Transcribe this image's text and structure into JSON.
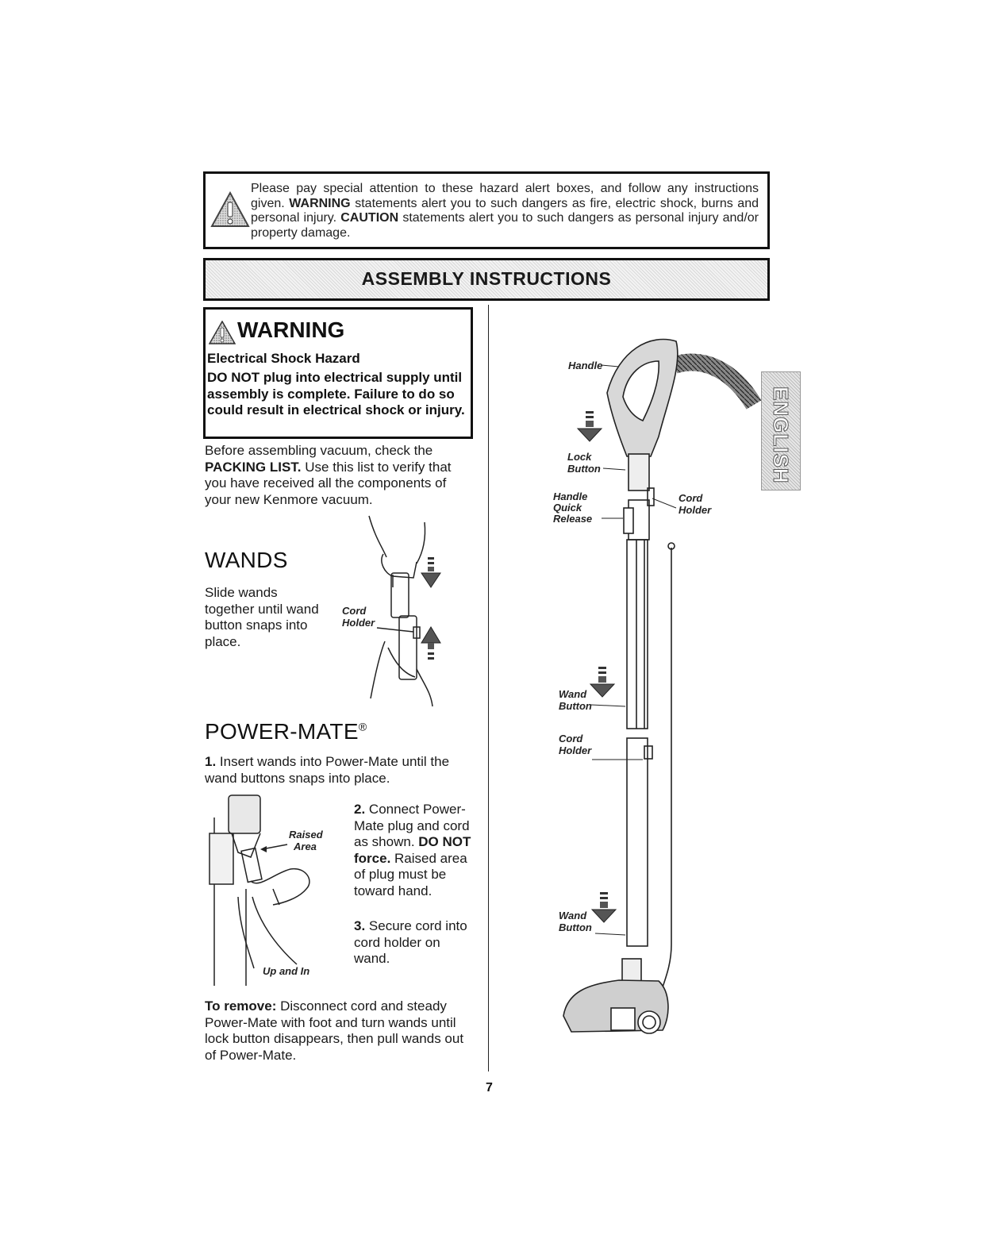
{
  "hazard_notice": {
    "p1": "Please pay special attention to these hazard alert boxes, and follow any instructions given.",
    "warning_word": "WARNING",
    "p2": "statements alert you to such dangers as fire, electric shock, burns and personal injury.",
    "caution_word": "CAUTION",
    "p3": "statements alert you to such dangers as personal injury and/or property damage."
  },
  "banner": {
    "title": "ASSEMBLY INSTRUCTIONS"
  },
  "warning": {
    "heading": "WARNING",
    "subheading": "Electrical Shock Hazard",
    "body": "DO NOT plug into electrical supply until assembly is complete. Failure to do so could result in electrical shock or injury."
  },
  "intro": {
    "text1": "Before assembling vacuum, check the",
    "packing": "PACKING LIST.",
    "text2": "Use this list to verify that you have received all the components of your new Kenmore vacuum."
  },
  "wands": {
    "heading": "WANDS",
    "text": "Slide wands together until wand button snaps into place.",
    "label_cord": "Cord",
    "label_holder": "Holder"
  },
  "powermate": {
    "heading": "POWER-MATE",
    "reg": "®",
    "step1_num": "1.",
    "step1_text": "Insert wands into Power-Mate until the wand buttons snaps into place.",
    "step2_num": "2.",
    "step2_text1": "Connect Power-Mate plug and cord as shown.",
    "step2_bold": "DO NOT force.",
    "step2_text2": "Raised area of plug must be toward hand.",
    "step3_num": "3.",
    "step3_text": "Secure cord into cord holder on wand.",
    "label_raised": "Raised",
    "label_area": "Area",
    "label_upin": "Up and In",
    "remove_bold": "To remove:",
    "remove_text": "Disconnect cord and steady Power-Mate with foot and turn wands until lock button disappears, then pull wands out of Power-Mate."
  },
  "diagram": {
    "handle": "Handle",
    "lock": "Lock",
    "button": "Button",
    "handle2": "Handle",
    "quick": "Quick",
    "release": "Release",
    "cord": "Cord",
    "holder": "Holder",
    "wand1": "Wand",
    "wand1_btn": "Button",
    "cord2": "Cord",
    "holder2": "Holder",
    "wand2": "Wand",
    "wand2_btn": "Button"
  },
  "tab": {
    "language": "ENGLISH"
  },
  "page_number": "7"
}
